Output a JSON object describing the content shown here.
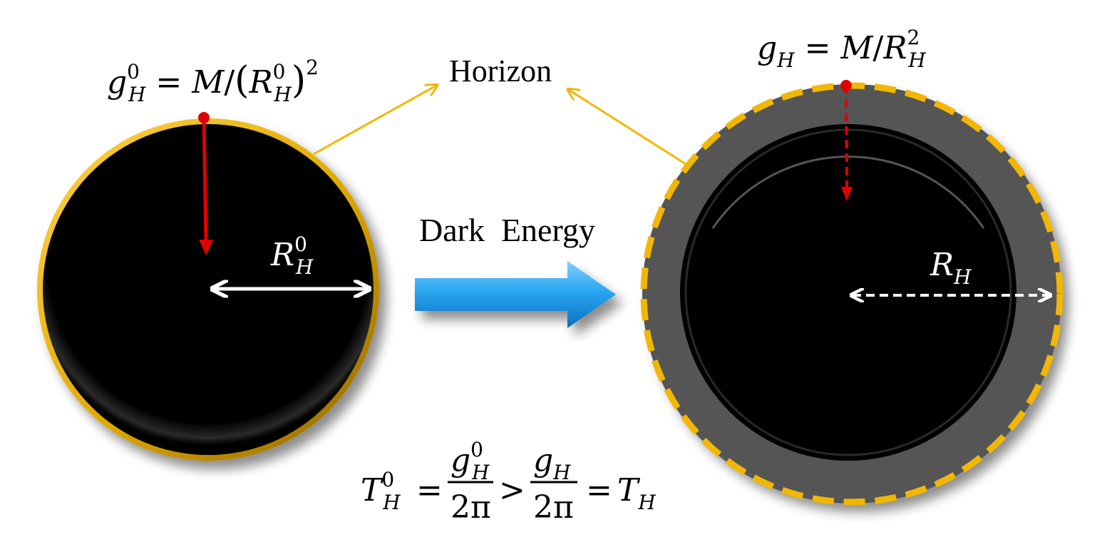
{
  "labels": {
    "horizon": "Horizon",
    "process": "Dark  Energy"
  },
  "equations": {
    "left_gravity": {
      "g": "g",
      "sup": "0",
      "sub": "H",
      "eq": " = ",
      "M": "M",
      "slash": "/",
      "lparen": "(",
      "R": "R",
      "rsup": "0",
      "rsub": "H",
      "rparen": ")",
      "pow": "2"
    },
    "right_gravity": {
      "g": "g",
      "sub": "H",
      "eq": " = ",
      "M": "M",
      "slash": "/",
      "R": "R",
      "rsub": "H",
      "pow": "2"
    },
    "left_radius": {
      "R": "R",
      "sup": "0",
      "sub": "H"
    },
    "right_radius": {
      "R": "R",
      "sub": "H"
    },
    "temperature": {
      "T": "T",
      "tsup": "0",
      "tsub": "H",
      "eq1": "=",
      "num1_g": "g",
      "num1_sup": "0",
      "num1_sub": "H",
      "den1": "2π",
      "gt": ">",
      "num2_g": "g",
      "num2_sub": "H",
      "den2": "2π",
      "eq2": "=",
      "T2": "T",
      "t2sub": "H"
    }
  },
  "colors": {
    "horizon": "#F2B705",
    "surface_gravity_arrow": "#E00000",
    "radius_arrow": "#FFFFFF",
    "black_hole": "#000000",
    "expanded_shell": "#555555",
    "dark_energy_arrow": "#1E9BE6"
  }
}
